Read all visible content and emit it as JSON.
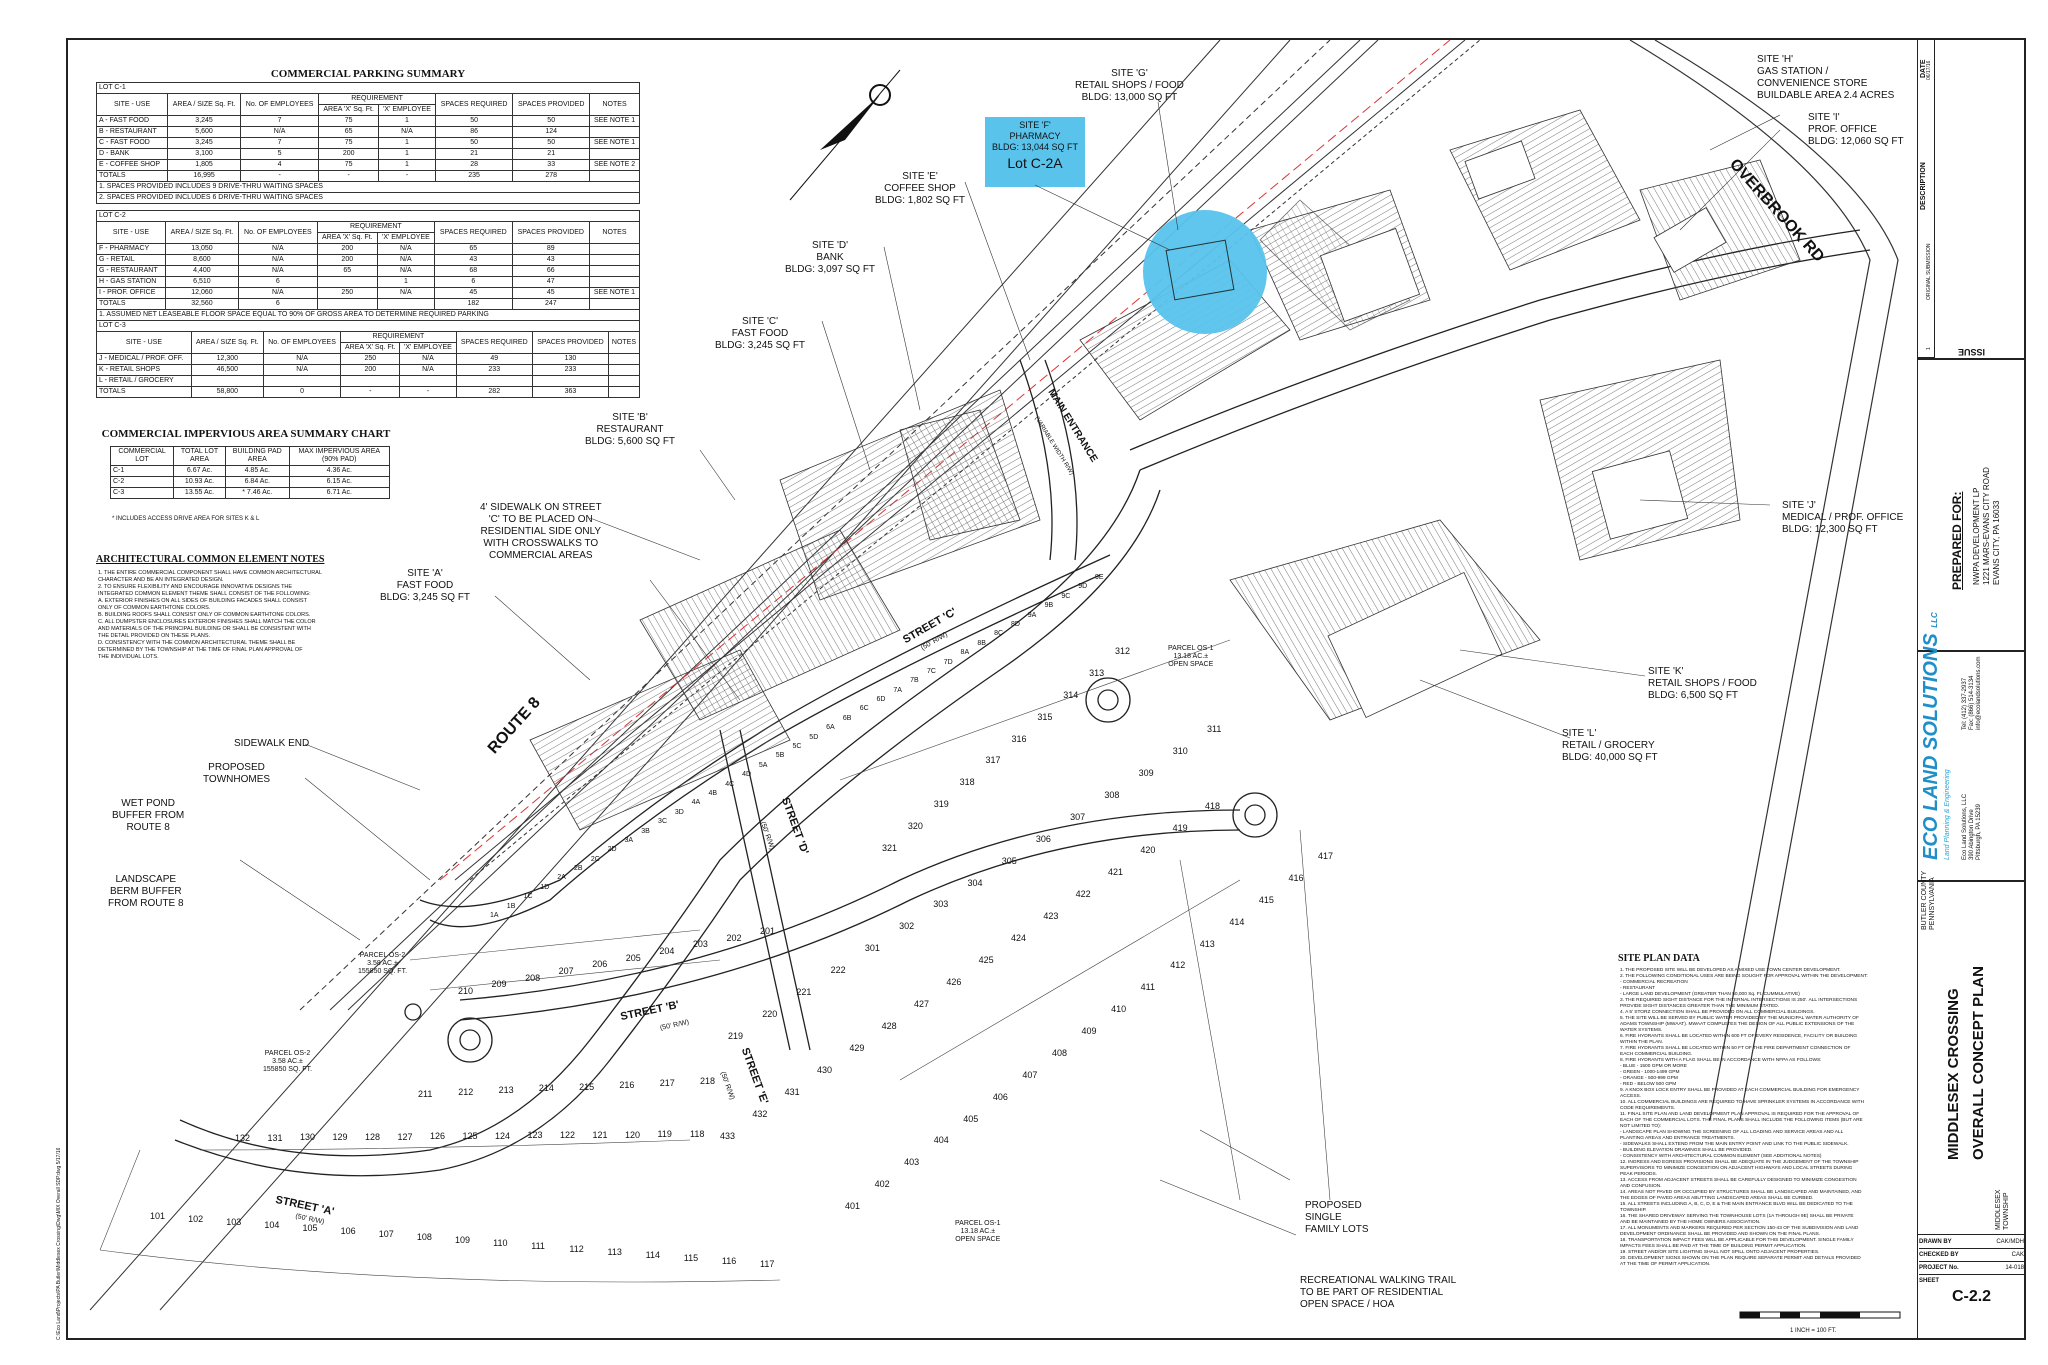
{
  "parking": {
    "title": "COMMERCIAL PARKING SUMMARY",
    "headers": [
      "SITE - USE",
      "AREA / SIZE Sq. Ft.",
      "No. OF EMPLOYEES",
      "REQUIREMENT",
      "AREA 'X' Sq. Ft.",
      "'X' EMPLOYEE",
      "SPACES REQUIRED",
      "SPACES PROVIDED",
      "NOTES"
    ],
    "c1": {
      "name": "LOT C-1",
      "rows": [
        [
          "A - FAST FOOD",
          "3,245",
          "7",
          "75",
          "1",
          "50",
          "50",
          "SEE NOTE 1"
        ],
        [
          "B - RESTAURANT",
          "5,600",
          "N/A",
          "65",
          "N/A",
          "86",
          "124",
          ""
        ],
        [
          "C - FAST FOOD",
          "3,245",
          "7",
          "75",
          "1",
          "50",
          "50",
          "SEE NOTE 1"
        ],
        [
          "D - BANK",
          "3,100",
          "5",
          "200",
          "1",
          "21",
          "21",
          ""
        ],
        [
          "E - COFFEE SHOP",
          "1,805",
          "4",
          "75",
          "1",
          "28",
          "33",
          "SEE NOTE 2"
        ],
        [
          "TOTALS",
          "16,995",
          "-",
          "-",
          "-",
          "235",
          "278",
          ""
        ]
      ],
      "notes": [
        "1. SPACES PROVIDED INCLUDES 9 DRIVE-THRU WAITING SPACES",
        "2. SPACES PROVIDED INCLUDES 6 DRIVE-THRU WAITING SPACES"
      ]
    },
    "c2": {
      "name": "LOT C-2",
      "rows": [
        [
          "F - PHARMACY",
          "13,050",
          "N/A",
          "200",
          "N/A",
          "65",
          "89",
          ""
        ],
        [
          "G - RETAIL",
          "8,600",
          "N/A",
          "200",
          "N/A",
          "43",
          "43",
          ""
        ],
        [
          "G - RESTAURANT",
          "4,400",
          "N/A",
          "65",
          "N/A",
          "68",
          "66",
          ""
        ],
        [
          "H - GAS STATION",
          "6,510",
          "6",
          "",
          "1",
          "6",
          "47",
          ""
        ],
        [
          "I - PROF. OFFICE",
          "12,060",
          "N/A",
          "250",
          "N/A",
          "45",
          "45",
          "SEE NOTE 1"
        ],
        [
          "TOTALS",
          "32,560",
          "6",
          "",
          "",
          "182",
          "247",
          ""
        ]
      ],
      "notes": [
        "1. ASSUMED NET LEASEABLE FLOOR SPACE EQUAL TO 90% OF GROSS AREA TO DETERMINE REQUIRED PARKING"
      ]
    },
    "c3": {
      "name": "LOT C-3",
      "rows": [
        [
          "J - MEDICAL / PROF. OFF.",
          "12,300",
          "N/A",
          "250",
          "N/A",
          "49",
          "130",
          ""
        ],
        [
          "K - RETAIL SHOPS",
          "46,500",
          "N/A",
          "200",
          "N/A",
          "233",
          "233",
          ""
        ],
        [
          "L - RETAIL / GROCERY",
          "",
          "",
          "",
          "",
          "",
          "",
          ""
        ],
        [
          "TOTALS",
          "58,800",
          "0",
          "-",
          "-",
          "282",
          "363",
          ""
        ]
      ]
    }
  },
  "impervious": {
    "title": "COMMERCIAL IMPERVIOUS AREA SUMMARY CHART",
    "headers": [
      "COMMERCIAL LOT",
      "TOTAL LOT AREA",
      "BUILDING PAD AREA",
      "MAX IMPERVIOUS AREA (90% PAD)"
    ],
    "rows": [
      [
        "C-1",
        "6.67 Ac.",
        "4.85 Ac.",
        "4.36 Ac."
      ],
      [
        "C-2",
        "10.93 Ac.",
        "6.84 Ac.",
        "6.15 Ac."
      ],
      [
        "C-3",
        "13.55 Ac.",
        "* 7.46 Ac.",
        "6.71 Ac."
      ]
    ],
    "footnote": "* INCLUDES ACCESS DRIVE AREA FOR SITES K & L"
  },
  "arch": {
    "title": "ARCHITECTURAL COMMON ELEMENT NOTES",
    "lines": [
      "1. THE ENTIRE COMMERCIAL COMPONENT SHALL HAVE COMMON ARCHITECTURAL",
      "CHARACTER AND BE AN INTEGRATED DESIGN.",
      "2. TO ENSURE FLEXIBILITY AND ENCOURAGE INNOVATIVE DESIGNS THE",
      "INTEGRATED COMMON ELEMENT THEME SHALL CONSIST OF THE FOLLOWING:",
      "A. EXTERIOR FINISHES ON ALL SIDES OF BUILDING FACADES SHALL CONSIST",
      "ONLY OF COMMON EARTHTONE COLORS.",
      "B. BUILDING ROOFS SHALL CONSIST ONLY OF COMMON EARTHTONE COLORS.",
      "C. ALL DUMPSTER ENCLOSURES EXTERIOR FINISHES SHALL MATCH THE COLOR",
      "AND MATERIALS OF THE PRINCIPAL BUILDING OR SHALL BE CONSISTENT WITH",
      "THE DETAIL PROVIDED ON THESE PLANS.",
      "D. CONSISTENCY WITH THE COMMON ARCHITECTURAL THEME SHALL BE",
      "DETERMINED BY THE TOWNSHIP AT THE TIME OF FINAL PLAN APPROVAL OF",
      "THE INDIVIDUAL LOTS."
    ]
  },
  "site_labels": {
    "g": [
      "SITE 'G'",
      "RETAIL SHOPS / FOOD",
      "BLDG: 13,000 SQ FT"
    ],
    "h": [
      "SITE 'H'",
      "GAS STATION /",
      "CONVENIENCE STORE",
      "BUILDABLE AREA 2.4 ACRES"
    ],
    "i": [
      "SITE 'I'",
      "PROF. OFFICE",
      "BLDG: 12,060 SQ FT"
    ],
    "f": [
      "SITE 'F'",
      "PHARMACY",
      "BLDG: 13,044 SQ FT"
    ],
    "lot": "Lot C-2A",
    "e": [
      "SITE 'E'",
      "COFFEE SHOP",
      "BLDG: 1,802 SQ FT"
    ],
    "d": [
      "SITE 'D'",
      "BANK",
      "BLDG: 3,097 SQ FT"
    ],
    "c": [
      "SITE 'C'",
      "FAST FOOD",
      "BLDG: 3,245 SQ FT"
    ],
    "b": [
      "SITE 'B'",
      "RESTAURANT",
      "BLDG: 5,600 SQ FT"
    ],
    "a": [
      "SITE 'A'",
      "FAST FOOD",
      "BLDG: 3,245 SQ FT"
    ],
    "j": [
      "SITE 'J'",
      "MEDICAL / PROF. OFFICE",
      "BLDG: 12,300 SQ FT"
    ],
    "k": [
      "SITE 'K'",
      "RETAIL SHOPS / FOOD",
      "BLDG: 6,500 SQ FT"
    ],
    "l": [
      "SITE 'L'",
      "RETAIL / GROCERY",
      "BLDG: 40,000 SQ FT"
    ],
    "sidewalk": [
      "4' SIDEWALK ON STREET",
      "'C' TO BE PLACED ON",
      "RESIDENTIAL SIDE ONLY",
      "WITH CROSSWALKS TO",
      "COMMERCIAL AREAS"
    ],
    "sidewalk_end": "SIDEWALK END",
    "townhomes": [
      "PROPOSED",
      "TOWNHOMES"
    ],
    "wetpond": [
      "WET POND",
      "BUFFER FROM",
      "ROUTE 8"
    ],
    "berm": [
      "LANDSCAPE",
      "BERM BUFFER",
      "FROM ROUTE 8"
    ],
    "single": [
      "PROPOSED",
      "SINGLE",
      "FAMILY LOTS"
    ],
    "trail": [
      "RECREATIONAL WALKING TRAIL",
      "TO BE PART OF RESIDENTIAL",
      "OPEN SPACE / HOA"
    ],
    "os1a": [
      "PARCEL OS-1",
      "13.18 AC.±",
      "OPEN SPACE"
    ],
    "os2a": [
      "PARCEL OS-2",
      "3.58 AC.±",
      "155850 Sq. Ft."
    ],
    "os2b": [
      "PARCEL OS-2",
      "3.58 AC.±",
      "155850 Sq. Ft."
    ],
    "os1b": [
      "PARCEL OS-1",
      "13.18 AC.±",
      "OPEN SPACE"
    ]
  },
  "roads": {
    "route8": "ROUTE 8",
    "overbrook": "OVERBROOK RD",
    "main": "MAIN ENTRANCE",
    "main_sub": "(VARIABLE WIDTH R/W)",
    "a": "STREET 'A'",
    "a_sub": "(50' R/W)",
    "b": "STREET 'B'",
    "b_sub": "(50' R/W)",
    "c": "STREET 'C'",
    "c_sub": "(50' R/W)",
    "d": "STREET 'D'",
    "d_sub": "(50' R/W)",
    "e": "STREET 'E'",
    "e_sub": "(50' R/W)"
  },
  "lots": {
    "row1": [
      "101",
      "102",
      "103",
      "104",
      "105",
      "106",
      "107",
      "108",
      "109",
      "110",
      "111",
      "112",
      "113",
      "114",
      "115",
      "116",
      "117"
    ],
    "row2": [
      "132",
      "131",
      "130",
      "129",
      "128",
      "127",
      "126",
      "125",
      "124",
      "123",
      "122",
      "121",
      "120",
      "119",
      "118"
    ],
    "row3": [
      "211",
      "212",
      "213",
      "214",
      "215",
      "216",
      "217",
      "218"
    ],
    "row4": [
      "210",
      "209",
      "208",
      "207",
      "206",
      "205",
      "204",
      "203",
      "202",
      "201"
    ],
    "row5": [
      "219",
      "220",
      "221",
      "222",
      "301",
      "302",
      "303",
      "304",
      "305",
      "306",
      "307",
      "308",
      "309",
      "310",
      "311"
    ],
    "row6": [
      "433",
      "432",
      "431",
      "430",
      "429",
      "428",
      "427",
      "426",
      "425",
      "424",
      "423",
      "422",
      "421",
      "420",
      "419",
      "418"
    ],
    "row7": [
      "401",
      "402",
      "403",
      "404",
      "405",
      "406",
      "407",
      "408",
      "409",
      "410",
      "411",
      "412",
      "413",
      "414",
      "415",
      "416",
      "417"
    ],
    "row8": [
      "312",
      "313",
      "314",
      "315",
      "316",
      "317",
      "318",
      "319",
      "320",
      "321"
    ],
    "th": [
      "1A",
      "1B",
      "1C",
      "1D",
      "2A",
      "2B",
      "2C",
      "2D",
      "3A",
      "3B",
      "3C",
      "3D",
      "4A",
      "4B",
      "4C",
      "4D",
      "5A",
      "5B",
      "5C",
      "5D",
      "6A",
      "6B",
      "6C",
      "6D",
      "7A",
      "7B",
      "7C",
      "7D",
      "8A",
      "8B",
      "8C",
      "8D",
      "9A",
      "9B",
      "9C",
      "9D",
      "9E"
    ]
  },
  "siteplan": {
    "title": "SITE PLAN DATA",
    "lines": [
      "1. THE PROPOSED SITE WILL BE DEVELOPED AS A MIXED USE TOWN CENTER DEVELOPMENT.",
      "2. THE FOLLOWING CONDITIONAL USES ARE BEING SOUGHT FOR APPROVAL WITHIN THE DEVELOPMENT:",
      "- COMMERCIAL RECREATION",
      "- RESTAURANT",
      "- LARGE LAND DEVELOPMENT (GREATER THAN 50,000 Sq. Ft. CUMMULATIVE)",
      "3. THE REQUIRED SIGHT DISTANCE FOR THE INTERNAL INTERSECTIONS IS 250'. ALL INTERSECTIONS",
      "PROVIDE SIGHT DISTANCES GREATER THAN THE MINIMUM STATED.",
      "4. A 5' STORZ CONNECTION SHALL BE PROVIDED ON ALL COMMERCIAL BUILDINGS.",
      "5. THE SITE WILL BE SERVED BY PUBLIC WATER PROVIDED BY THE MUNICIPAL WATER AUTHORITY OF",
      "ADAMS TOWNSHIP (MWAAT). MWAAT COMPLETES THE DESIGN OF ALL PUBLIC EXTENSIONS OF THE",
      "WATER SYSTEMS.",
      "6. FIRE HYDRANTS SHALL BE LOCATED WITHIN 600 FT OF EVERY RESIDENCE, FACILITY OR BUILDING",
      "WITHIN THE PLAN.",
      "7. FIRE HYDRANTS SHALL BE LOCATED WITHIN 50 FT OF THE FIRE DEPARTMENT CONNECTION OF",
      "EACH COMMERCIAL BUILDING.",
      "8. FIRE HYDRANTS WITH A FLAG SHALL BE IN ACCORDANCE WITH NFPA AS FOLLOWS:",
      "- BLUE - 1500 GPM OR MORE",
      "- GREEN - 1000-1499 GPM",
      "- ORANGE - 500-999 GPM",
      "- RED - BELOW 500 GPM",
      "9. A KNOX BOX LOCK ENTRY SHALL BE PROVIDED AT EACH COMMERCIAL BUILDING FOR EMERGENCY",
      "ACCESS.",
      "10. ALL COMMERCIAL BUILDINGS ARE REQUIRED TO HAVE SPRINKLER SYSTEMS IN ACCORDANCE WITH",
      "CODE REQUIREMENTS.",
      "11. FINAL SITE PLAN AND LAND DEVELOPMENT PLAN APPROVAL IS REQUIRED FOR THE APPROVAL OF",
      "EACH OF THE COMMERCIAL LOTS. THE FINAL PLANS SHALL INCLUDE THE FOLLOWING ITEMS (BUT ARE",
      "NOT LIMITED TO):",
      "- LANDSCAPE PLAN SHOWING THE SCREENING OF ALL LOADING AND SERVICE AREAS AND ALL",
      "PLANTING AREAS AND ENTRANCE TREATMENTS.",
      "- SIDEWALKS SHALL EXTEND FROM THE MAIN ENTRY POINT AND LINK TO THE PUBLIC SIDEWALK.",
      "- BUILDING ELEVATION DRAWINGS SHALL BE PROVIDED.",
      "- CONSISTENCY WITH ARCHITECTURAL COMMON ELEMENT (SEE ADDITIONAL NOTES)",
      "12. INGRESS AND EGRESS PROVISIONS SHALL BE ADEQUATE IN THE JUDGEMENT OF THE TOWNSHIP",
      "SUPERVISORS TO MINIMIZE CONGESTION ON ADJACENT HIGHWAYS AND LOCAL STREETS DURING",
      "PEAK PERIODS.",
      "13. ACCESS FROM ADJACENT STREETS SHALL BE CAREFULLY DESIGNED TO MINIMIZE CONGESTION",
      "AND CONFUSION.",
      "14. AREAS NOT PAVED OR OCCUPIED BY STRUCTURES SHALL BE LANDSCAPED AND MAINTAINED, AND",
      "THE EDGES OF PAVED AREAS ABUTTING LANDSCAPED AREAS SHALL BE CURBED.",
      "15. ALL STREETS INCLUDING A, B, C, D, E & THE MAIN ENTRANCE BLVD WILL BE DEDICATED TO THE",
      "TOWNSHIP.",
      "16. THE SHARED DRIVEWAY SERVING THE TOWNHOUSE LOTS (1A THROUGH 9E) SHALL BE PRIVATE",
      "AND BE MAINTAINED BY THE HOME OWNERS ASSOCIATION.",
      "17. ALL MONUMENTS AND MARKERS REQUIRED PER SECTION 150-43 OF THE SUBDIVISION AND LAND",
      "DEVELOPMENT ORDINANCE SHALL BE PROVIDED AND SHOWN ON THE FINAL PLANS.",
      "18. TRANSPORTATION IMPACT FEES WILL BE APPLICABLE FOR THIS DEVELOPMENT. SINGLE FAMILY",
      "IMPACTS FEES SHALL BE PAID AT THE TIME OF BUILDING PERMIT APPLICATION.",
      "19. STREET AND/OR SITE LIGHTING SHALL NOT SPILL ONTO ADJACENT PROPERTIES.",
      "20. DEVELOPMENT SIGNS SHOWN ON THE PLAN REQUIRE SEPARATE PERMIT AND DETAILS PROVIDED",
      "AT THE TIME OF PERMIT APPLICATION."
    ]
  },
  "scale": "1 INCH = 100 FT.",
  "titleblock": {
    "date_label": "DATE",
    "date": "06/17/16",
    "desc": "DESCRIPTION",
    "sub": "ORIGINAL SUBMISSION",
    "issue_no": "1",
    "issue": "ISSUE",
    "prepared_for": "PREPARED FOR:",
    "client": [
      "NWPA DEVELOPMENT LP",
      "1221 MARS-EVANS CITY ROAD",
      "EVANS CITY, PA 16033"
    ],
    "firm": "ECO LAND SOLUTIONS",
    "firm_suffix": "LLC",
    "firm_tag": "Land Planning & Engineering",
    "firm_addr": [
      "Eco Land Solutions, LLC",
      "390 Abington Drive",
      "Pittsburgh, PA 15239"
    ],
    "firm_contact": [
      "Tel: (412) 337-2937",
      "Fax: (866) 514-3134",
      "info@ecolandsolutions.com"
    ],
    "county": [
      "BUTLER COUNTY",
      "PENNSYLVANIA"
    ],
    "project": "MIDDLESEX CROSSING",
    "sheet_title": "OVERALL CONCEPT PLAN",
    "township": [
      "MIDDLESEX",
      "TOWNSHIP"
    ],
    "drawn_label": "DRAWN BY",
    "drawn": "CAK/MDH",
    "checked_label": "CHECKED BY",
    "checked": "CAK",
    "proj_label": "PROJECT No.",
    "proj": "14-018",
    "sheet_label": "SHEET",
    "sheet": "C-2.2"
  },
  "filepath": "C:\\Eco Land\\Projects\\PA Butler\\Middlesex Crossing\\Dwg\\MIX Overall SDP.dwg 5/17/16",
  "colors": {
    "highlight": "#59c3ec",
    "line": "#333333",
    "road_red": "#d33"
  }
}
